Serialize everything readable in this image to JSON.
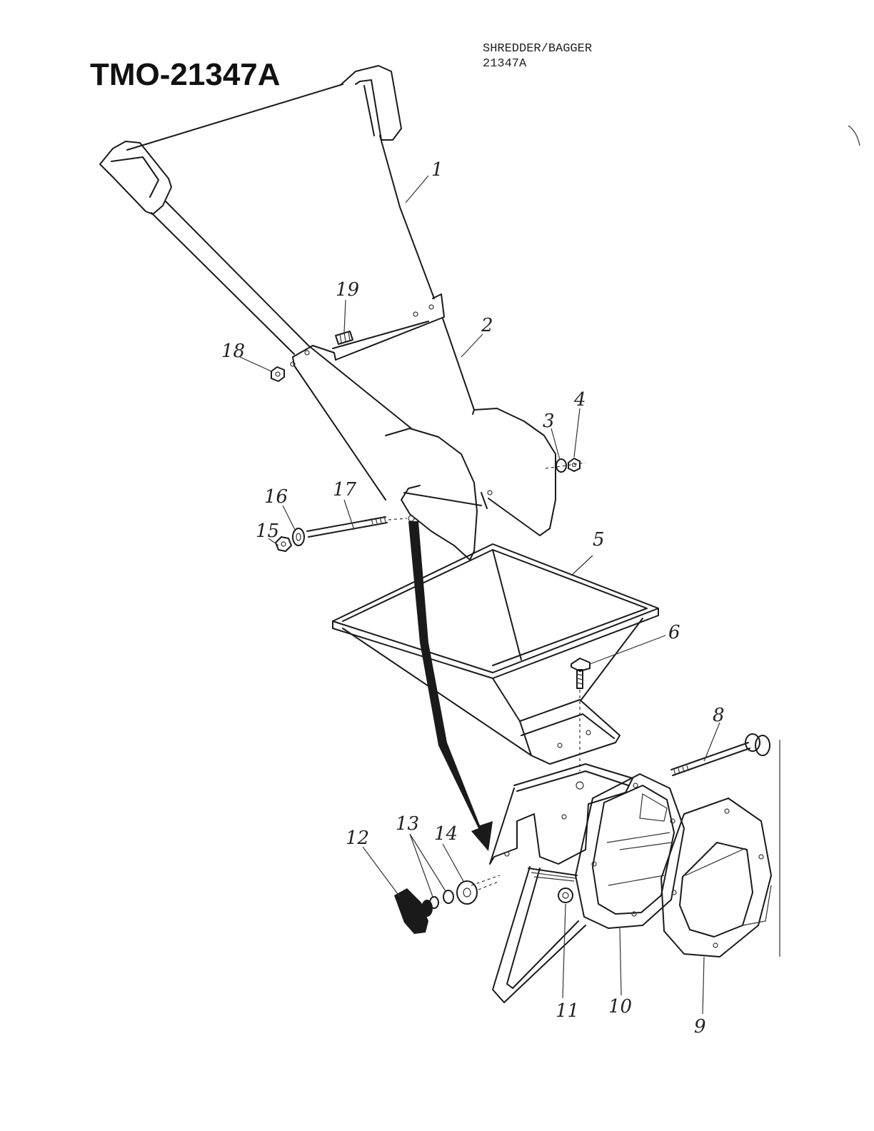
{
  "header": {
    "model_number": "TMO-21347A",
    "product_name": "SHREDDER/BAGGER",
    "product_code": "21347A"
  },
  "callouts": [
    "1",
    "2",
    "3",
    "4",
    "5",
    "6",
    "8",
    "9",
    "10",
    "11",
    "12",
    "13",
    "14",
    "15",
    "16",
    "17",
    "18",
    "19"
  ],
  "colors": {
    "ink": "#1a1a1a",
    "paper": "#ffffff"
  }
}
